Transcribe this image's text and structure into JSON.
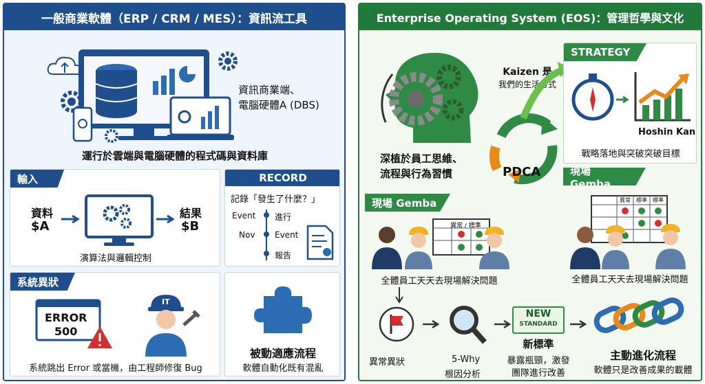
{
  "left": {
    "title": "一般商業軟體（ERP / CRM / MES）：資訊流工具",
    "db": {
      "label_line1": "資訊商業端、",
      "label_line2": "電腦硬體A (DBS)",
      "caption": "運行於雲端與電腦硬體的程式碼與資料庫"
    },
    "input": {
      "tab": "輸入",
      "data_label": "資料",
      "data_var": "$A",
      "result_label": "結果",
      "result_var": "$B",
      "caption": "演算法與邏輯控制"
    },
    "record": {
      "tab": "RECORD",
      "question": "記錄「發生了什麼？」",
      "row1_left": "Event",
      "row1_right": "進行",
      "row2_left": "Nov",
      "row2_right": "Event",
      "row3_right": "報告"
    },
    "anomaly": {
      "tab": "系統異狀",
      "error_line1": "ERROR",
      "error_line2": "500",
      "badge": "IT",
      "caption": "系統跳出 Error 或當機，由工程師修復 Bug"
    },
    "passive": {
      "title": "被動適應流程",
      "caption": "軟體自動化既有混亂"
    }
  },
  "right": {
    "title": "Enterprise Operating System (EOS)：管理哲學與文化",
    "mind_line1": "深植於員工思維、",
    "mind_line2": "流程與行為習慣",
    "kaizen_line1": "Kaizen 是",
    "kaizen_line2": "我們的生活方式",
    "pdca": "PDCA",
    "strategy": {
      "tab": "STRATEGY",
      "hoshin": "Hoshin Kanri",
      "caption": "戰略落地與突破突破目標"
    },
    "gemba_right": {
      "tab": "現場 Gemba",
      "headers": [
        "異常",
        "標準",
        "標準"
      ],
      "caption": "全體員工天天去現場解決問題"
    },
    "gemba_left": {
      "tab": "現場 Gemba",
      "header": "異常 / 標準",
      "caption": "全體員工天天去現場解決問題"
    },
    "flow": {
      "step1": "異常異狀",
      "step2_line1": "5-Why",
      "step2_line2": "根因分析",
      "new_badge_line1": "NEW",
      "new_badge_line2": "STANDARD",
      "step3_title": "新標準",
      "step3_line1": "暴露瓶頸，激發",
      "step3_line2": "團隊進行改善",
      "step4_title": "主動進化流程",
      "step4_caption": "軟體只是改善成果的載體"
    }
  },
  "colors": {
    "blue": "#1f4e8c",
    "green": "#227a3a",
    "orange": "#e8891a",
    "red": "#d32f2f"
  }
}
